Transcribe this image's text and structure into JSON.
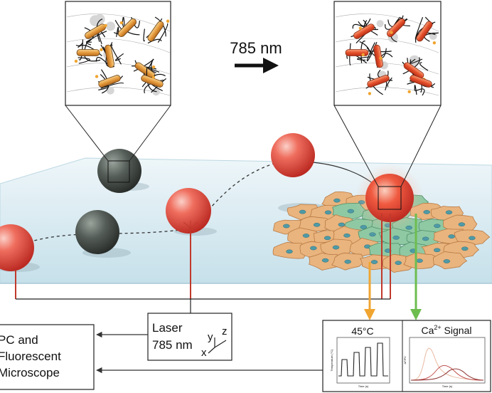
{
  "wavelength_label": "785 nm",
  "laser_box": {
    "line1": "Laser",
    "line2": "785 nm",
    "axis_x": "x",
    "axis_y": "y",
    "axis_z": "z"
  },
  "pc_box": {
    "line1": "PC and",
    "line2": "Fluorescent",
    "line3": "Microscope"
  },
  "temperature_chart": {
    "title": "45°C",
    "ylabel": "Temperature (°C)",
    "xlabel": "Time (s)"
  },
  "calcium_chart": {
    "title_prefix": "Ca",
    "title_sup": "2+",
    "title_suffix": " Signal",
    "ylabel": "ΔF/F0",
    "xlabel": "Time (s)"
  },
  "colors": {
    "substrate": "#d9ecf4",
    "red_sphere": "#e2443a",
    "dark_sphere": "#3a3f3c",
    "nanorod": "#e8a64a",
    "nanorod_hot": "#e65a2e",
    "cell_orange": "#e9b47e",
    "cell_green": "#8fc9a3",
    "arrow_orange": "#f0a531",
    "arrow_green": "#6dbd4f",
    "laser_line": "#c0392b"
  }
}
